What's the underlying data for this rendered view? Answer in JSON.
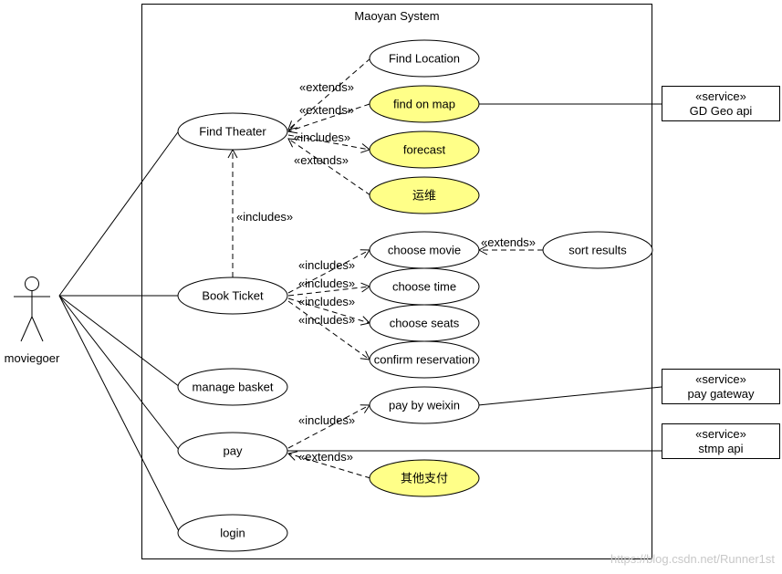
{
  "system": {
    "title": "Maoyan System"
  },
  "actor": {
    "name": "moviegoer"
  },
  "use_cases": {
    "find_theater": {
      "label": "Find Theater",
      "fill": "#ffffff"
    },
    "find_location": {
      "label": "Find Location",
      "fill": "#ffffff"
    },
    "find_on_map": {
      "label": "find on map",
      "fill": "#ffff88"
    },
    "forecast": {
      "label": "forecast",
      "fill": "#ffff88"
    },
    "yunwei": {
      "label": "运维",
      "fill": "#ffff88"
    },
    "book_ticket": {
      "label": "Book Ticket",
      "fill": "#ffffff"
    },
    "choose_movie": {
      "label": "choose movie",
      "fill": "#ffffff"
    },
    "sort_results": {
      "label": "sort results",
      "fill": "#ffffff"
    },
    "choose_time": {
      "label": "choose time",
      "fill": "#ffffff"
    },
    "choose_seats": {
      "label": "choose seats",
      "fill": "#ffffff"
    },
    "confirm_reservation": {
      "label": "confirm reservation",
      "fill": "#ffffff"
    },
    "manage_basket": {
      "label": "manage basket",
      "fill": "#ffffff"
    },
    "pay_by_weixin": {
      "label": "pay by weixin",
      "fill": "#ffffff"
    },
    "pay": {
      "label": "pay",
      "fill": "#ffffff"
    },
    "other_payment": {
      "label": "其他支付",
      "fill": "#ffff88"
    },
    "login": {
      "label": "login",
      "fill": "#ffffff"
    }
  },
  "services": {
    "gd_geo": {
      "stereotype": "«service»",
      "name": "GD Geo api"
    },
    "pay_gateway": {
      "stereotype": "«service»",
      "name": "pay gateway"
    },
    "stmp": {
      "stereotype": "«service»",
      "name": "stmp api"
    }
  },
  "relations": {
    "extends_find_location": "«extends»",
    "extends_find_on_map": "«extends»",
    "includes_forecast": "«includes»",
    "extends_yunwei": "«extends»",
    "includes_book_find": "«includes»",
    "extends_sort": "«extends»",
    "includes_choose_movie": "«includes»",
    "includes_choose_time": "«includes»",
    "includes_choose_seats": "«includes»",
    "includes_confirm": "«includes»",
    "includes_weixin": "«includes»",
    "extends_other_pay": "«extends»"
  },
  "watermark": "https://blog.csdn.net/Runner1st"
}
